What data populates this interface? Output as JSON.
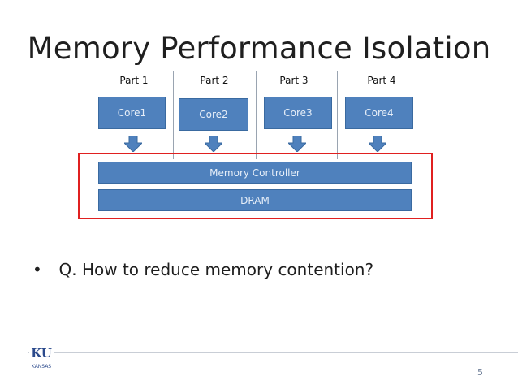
{
  "title": "Memory Performance Isolation",
  "parts": [
    "Part 1",
    "Part 2",
    "Part 3",
    "Part 4"
  ],
  "cores": [
    "Core1",
    "Core2",
    "Core3",
    "Core4"
  ],
  "memory_controller": "Memory Controller",
  "dram": "DRAM",
  "bullet": {
    "symbol": "•",
    "text": "Q. How to reduce memory contention?"
  },
  "logo": {
    "icon": "ku-jayhawk-logo-icon",
    "text_top": "KU",
    "text_bottom": "KANSAS"
  },
  "page_number": "5",
  "colors": {
    "box_fill": "#4f81bd",
    "highlight": "#e02020",
    "title": "#1f1f1f"
  }
}
